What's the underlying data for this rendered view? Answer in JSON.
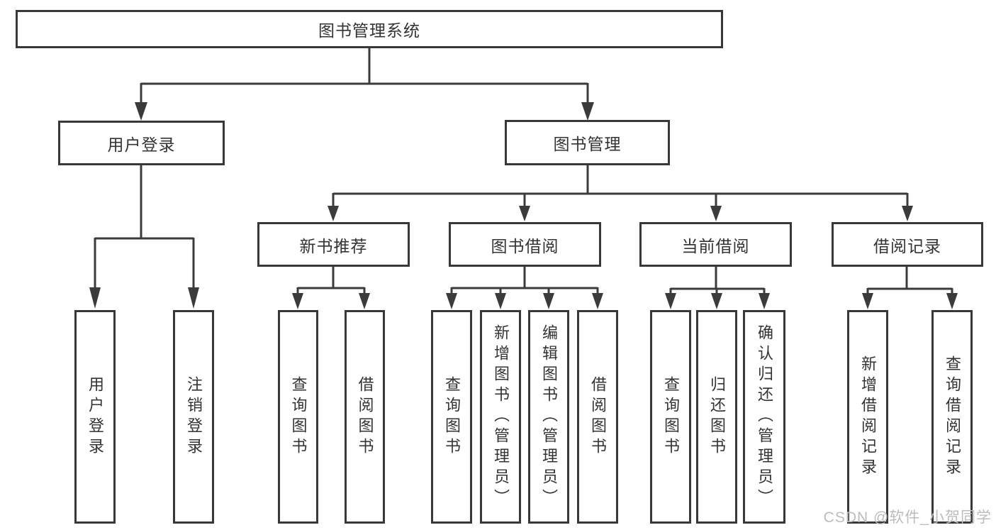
{
  "diagram": {
    "title": "图书管理系统",
    "root": {
      "label": "图书管理系统"
    },
    "level2": [
      {
        "label": "用户登录"
      },
      {
        "label": "图书管理"
      }
    ],
    "level3": [
      {
        "label": "新书推荐",
        "parent": "图书管理"
      },
      {
        "label": "图书借阅",
        "parent": "图书管理"
      },
      {
        "label": "当前借阅",
        "parent": "图书管理"
      },
      {
        "label": "借阅记录",
        "parent": "图书管理"
      }
    ],
    "leaves": [
      {
        "label": "用户登录",
        "parent": "用户登录"
      },
      {
        "label": "注销登录",
        "parent": "用户登录"
      },
      {
        "label": "查询图书",
        "parent": "新书推荐"
      },
      {
        "label": "借阅图书",
        "parent": "新书推荐"
      },
      {
        "label": "查询图书",
        "parent": "图书借阅"
      },
      {
        "label": "新增图书（管理员）",
        "parent": "图书借阅"
      },
      {
        "label": "编辑图书（管理员）",
        "parent": "图书借阅"
      },
      {
        "label": "借阅图书",
        "parent": "图书借阅"
      },
      {
        "label": "查询图书",
        "parent": "当前借阅"
      },
      {
        "label": "归还图书",
        "parent": "当前借阅"
      },
      {
        "label": "确认归还（管理员）",
        "parent": "当前借阅"
      },
      {
        "label": "新增借阅记录",
        "parent": "借阅记录"
      },
      {
        "label": "查询借阅记录",
        "parent": "借阅记录"
      }
    ]
  },
  "watermark": "CSDN @软件_小贺同学",
  "colors": {
    "line": "#3b3b3b",
    "box_border": "#383838",
    "text": "#333333",
    "watermark": "#bcbcbc",
    "background": "#ffffff"
  }
}
